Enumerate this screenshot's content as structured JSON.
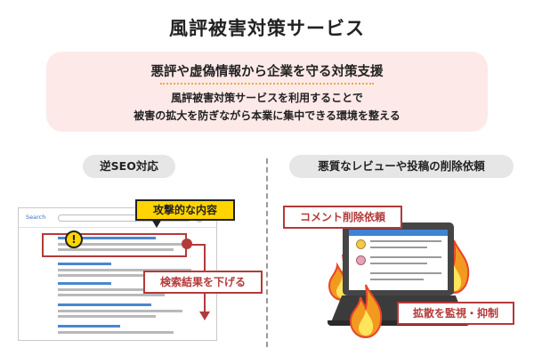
{
  "title": "風評被害対策サービス",
  "hero": {
    "headline": "悪評や虚偽情報から企業を守る対策支援",
    "body_line1": "風評被害対策サービスを利用することで",
    "body_line2": "被害の拡大を防ぎながら本業に集中できる環境を整える"
  },
  "left_section": {
    "pill": "逆SEO対応",
    "browser_logo": "Search",
    "callout": "攻撃的な内容",
    "warning_mark": "!",
    "action_label": "検索結果を下げる"
  },
  "right_section": {
    "pill": "悪質なレビューや投稿の削除依頼",
    "comment_label": "コメント削除依頼",
    "spread_label": "拡散を監視・抑制"
  },
  "colors": {
    "hero_bg": "#fde9e8",
    "accent_red": "#b43a3a",
    "warning_yellow": "#ffd400",
    "link_blue": "#4b86cf",
    "flame_orange": "#f29a1f",
    "flame_red": "#e8452c"
  }
}
